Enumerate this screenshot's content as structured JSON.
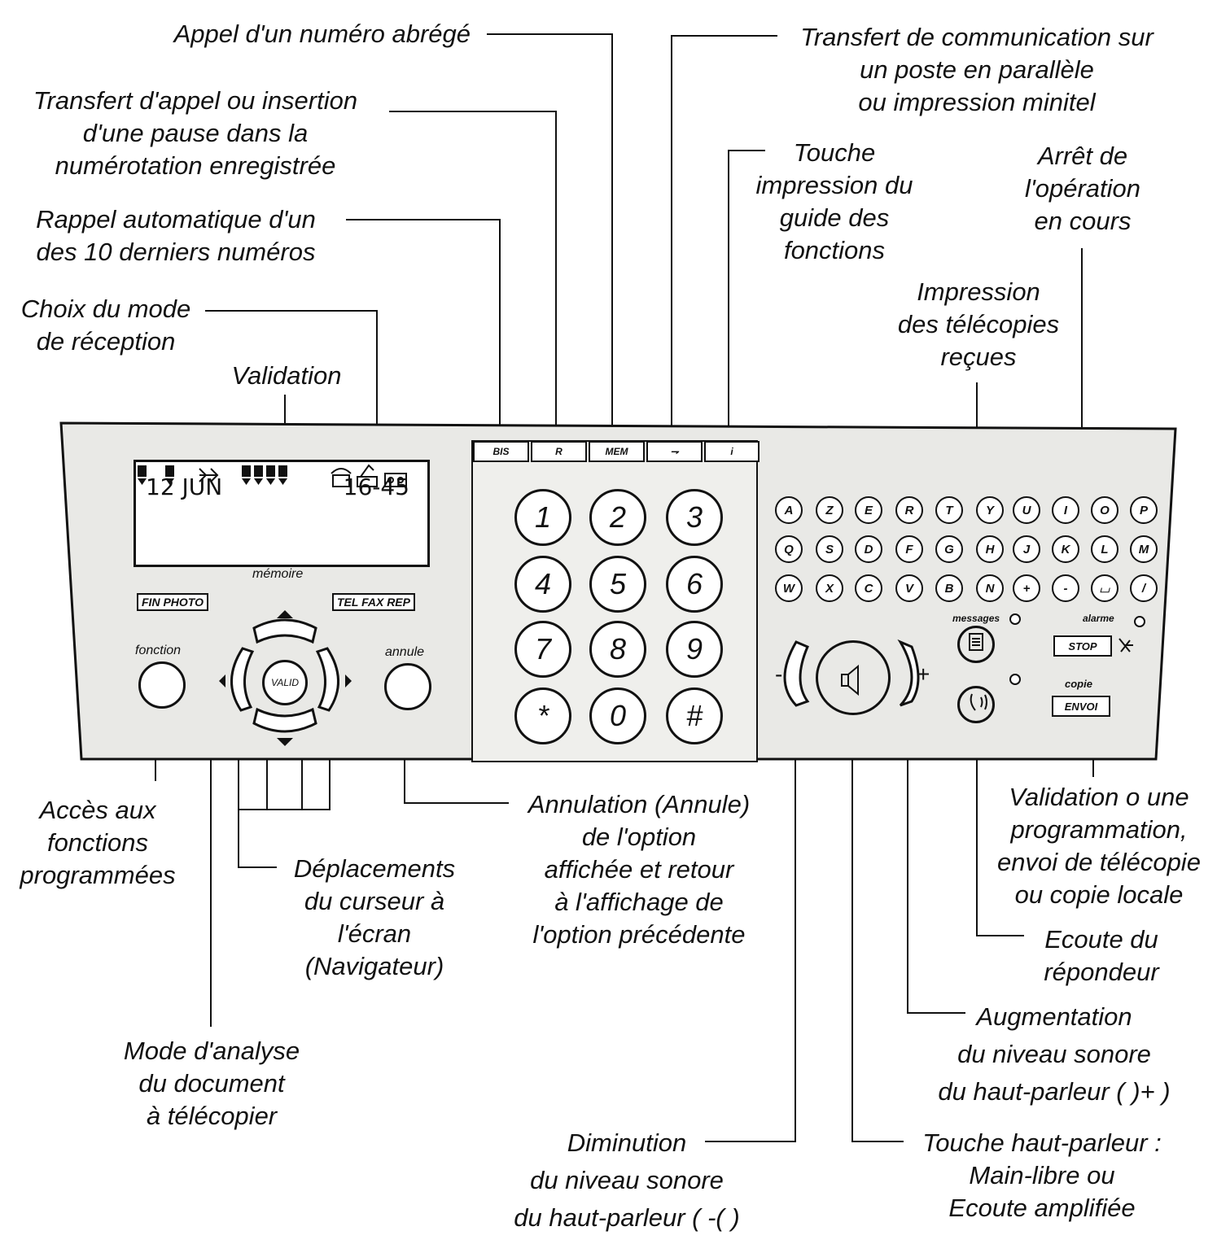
{
  "labels": {
    "appel_abrege": [
      "Appel d'un numéro abrégé"
    ],
    "transfert_appel": [
      "Transfert d'appel ou insertion",
      "d'une pause dans la",
      "numérotation enregistrée"
    ],
    "rappel": [
      "Rappel automatique d'un",
      "des 10 derniers numéros"
    ],
    "choix_mode": [
      "Choix du mode",
      "de réception"
    ],
    "validation": [
      "Validation"
    ],
    "transfert_comm": [
      "Transfert de communication sur",
      "un poste en parallèle",
      "ou impression minitel"
    ],
    "touche_impression": [
      "Touche",
      "impression du",
      "guide des",
      "fonctions"
    ],
    "arret": [
      "Arrêt de",
      "l'opération",
      "en cours"
    ],
    "impression_telecopies": [
      "Impression",
      "des télécopies",
      "reçues"
    ],
    "acces_fonctions": [
      "Accès aux",
      "fonctions",
      "programmées"
    ],
    "deplacements": [
      "Déplacements",
      "du curseur à",
      "l'écran",
      "(Navigateur)"
    ],
    "annulation": [
      "Annulation (Annule)",
      "de l'option",
      "affichée et retour",
      "à l'affichage de",
      "l'option précédente"
    ],
    "validation_prog": [
      "Validation o une",
      "programmation,",
      "envoi de télécopie",
      "ou copie locale"
    ],
    "ecoute_repondeur": [
      "Ecoute du",
      "répondeur"
    ],
    "augmentation": [
      "Augmentation",
      "du niveau sonore",
      "du haut-parleur ( )+ )"
    ],
    "mode_analyse": [
      "Mode d'analyse",
      "du document",
      "à télécopier"
    ],
    "diminution": [
      "Diminution",
      "du niveau sonore",
      "du haut-parleur ( -( )"
    ],
    "touche_hp": [
      "Touche haut-parleur :",
      "Main-libre ou",
      "Ecoute amplifiée"
    ]
  },
  "panel": {
    "lcd": {
      "date": "12 JUN",
      "time": "16-45"
    },
    "memoire": "mémoire",
    "fin_photo": "FIN   PHOTO",
    "tel_fax_rep": "TEL FAX REP",
    "fonction": "fonction",
    "annule": "annule",
    "valid": "VALID",
    "function_keys": [
      "BIS",
      "R",
      "MEM",
      "⇁",
      "i"
    ],
    "keypad": [
      "1",
      "2",
      "3",
      "4",
      "5",
      "6",
      "7",
      "8",
      "9",
      "*",
      "0",
      "#"
    ],
    "letters": [
      [
        "A",
        "Z",
        "E",
        "R",
        "T",
        "Y",
        "U",
        "I",
        "O",
        "P"
      ],
      [
        "Q",
        "S",
        "D",
        "F",
        "G",
        "H",
        "J",
        "K",
        "L",
        "M"
      ],
      [
        "W",
        "X",
        "C",
        "V",
        "B",
        "N",
        "+",
        "-",
        "⌴",
        "/"
      ]
    ],
    "messages": "messages",
    "alarme": "alarme",
    "stop": "STOP",
    "copie": "copie",
    "envoi": "ENVOI",
    "minus": "-",
    "plus": "+"
  }
}
